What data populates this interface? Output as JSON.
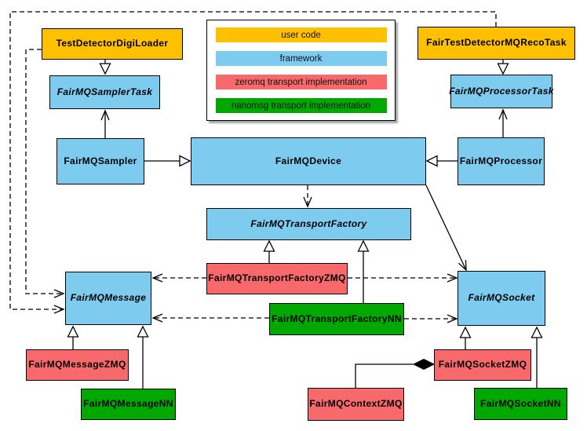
{
  "colors": {
    "user_code": "#FFC000",
    "framework": "#7DCBEE",
    "zeromq": "#F8696B",
    "nanomsg": "#00A800",
    "border": "#000000",
    "background": "#FFFFFF"
  },
  "legend": {
    "items": [
      {
        "label": "user code",
        "color_key": "user_code"
      },
      {
        "label": "framework",
        "color_key": "framework"
      },
      {
        "label": "zeromq transport implementation",
        "color_key": "zeromq"
      },
      {
        "label": "nanomsg transport implementation",
        "color_key": "nanomsg"
      }
    ]
  },
  "nodes": {
    "digiLoader": {
      "label": "TestDetectorDigiLoader",
      "category": "user_code",
      "abstract": false
    },
    "samplerTask": {
      "label": "FairMQSamplerTask",
      "category": "framework",
      "abstract": true
    },
    "sampler": {
      "label": "FairMQSampler",
      "category": "framework",
      "abstract": false
    },
    "device": {
      "label": "FairMQDevice",
      "category": "framework",
      "abstract": false
    },
    "recoTask": {
      "label": "FairTestDetectorMQRecoTask",
      "category": "user_code",
      "abstract": false
    },
    "processorTask": {
      "label": "FairMQProcessorTask",
      "category": "framework",
      "abstract": true
    },
    "processor": {
      "label": "FairMQProcessor",
      "category": "framework",
      "abstract": false
    },
    "transportFactory": {
      "label": "FairMQTransportFactory",
      "category": "framework",
      "abstract": true
    },
    "factoryZMQ": {
      "label": "FairMQTransportFactoryZMQ",
      "category": "zeromq",
      "abstract": false
    },
    "factoryNN": {
      "label": "FairMQTransportFactoryNN",
      "category": "nanomsg",
      "abstract": false
    },
    "message": {
      "label": "FairMQMessage",
      "category": "framework",
      "abstract": true
    },
    "messageZMQ": {
      "label": "FairMQMessageZMQ",
      "category": "zeromq",
      "abstract": false
    },
    "messageNN": {
      "label": "FairMQMessageNN",
      "category": "nanomsg",
      "abstract": false
    },
    "socket": {
      "label": "FairMQSocket",
      "category": "framework",
      "abstract": true
    },
    "socketZMQ": {
      "label": "FairMQSocketZMQ",
      "category": "zeromq",
      "abstract": false
    },
    "socketNN": {
      "label": "FairMQSocketNN",
      "category": "nanomsg",
      "abstract": false
    },
    "contextZMQ": {
      "label": "FairMQContextZMQ",
      "category": "zeromq",
      "abstract": false
    }
  }
}
